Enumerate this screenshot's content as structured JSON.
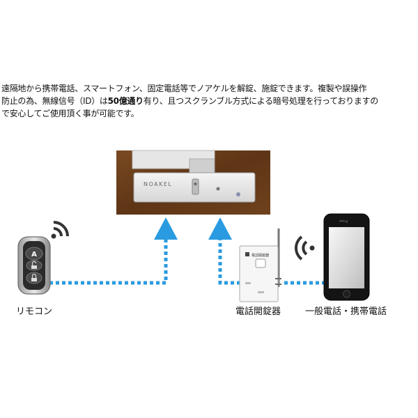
{
  "description": {
    "line1": "遠隔地から携帯電話、スマートフォン、固定電話等でノアケルを解錠、施錠できます。複製や誤操作",
    "line2_a": "防止の為、無線信号（ID）は",
    "line2_bold": "50億通り",
    "line2_b": "有り、且つスクランブル方式による暗号処理を行っておりますの",
    "line3": "で安心してご使用頂く事が可能です。"
  },
  "lock_photo": {
    "brand": "NOAKEL"
  },
  "remote": {
    "label": "リモコン",
    "button_a": "A"
  },
  "unlocker": {
    "label": "電話開錠器",
    "device_title": "電話開錠器"
  },
  "phone": {
    "label": "一般電話・携帯電話"
  },
  "colors": {
    "arrow": "#2a9be0",
    "wood": "#6b3f1c",
    "signal": "#333333"
  }
}
